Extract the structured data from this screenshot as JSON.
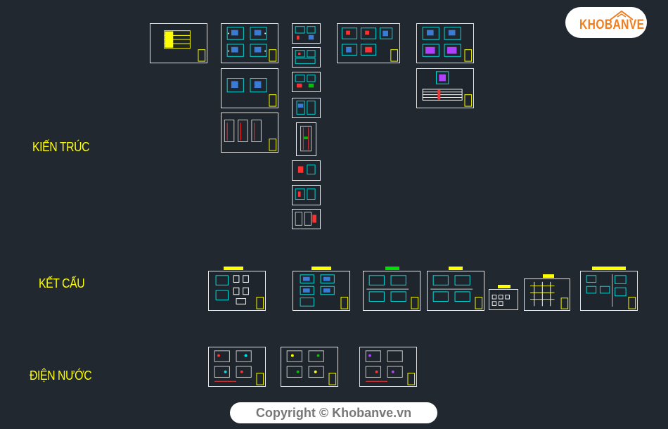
{
  "groups": {
    "architecture": "KIẾN TRÚC",
    "structure": "KẾT CẤU",
    "mep": "ĐIỆN NƯỚC"
  },
  "logo": {
    "text": "KHOBANVE"
  },
  "watermark": {
    "copyright": "Copyright © Khobanve.vn"
  },
  "colors": {
    "background": "#212830",
    "label": "#ffff00",
    "sheet_border": "#e6e6e6",
    "brand": "#f07e1e"
  }
}
